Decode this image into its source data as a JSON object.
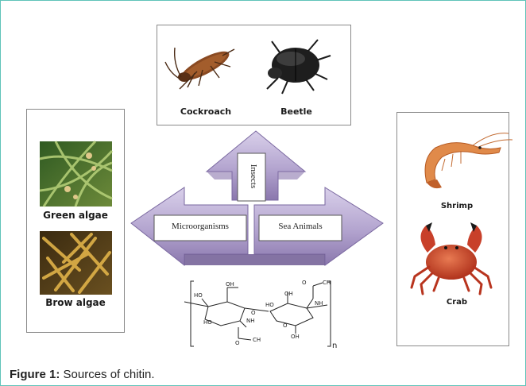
{
  "insects": {
    "item1": "Cockroach",
    "item2": "Beetle"
  },
  "algae": {
    "item1": "Green algae",
    "item2": "Brow algae"
  },
  "sea": {
    "item1": "Shrimp",
    "item2": "Crab"
  },
  "arrows": {
    "up": "Insects",
    "left": "Microorganisms",
    "right": "Sea Animals"
  },
  "structure": {
    "subscript": "n"
  },
  "caption": {
    "prefix": "Figure 1:",
    "text": " Sources of chitin."
  },
  "colors": {
    "frame": "#5fc3b9",
    "arrow_light": "#c9bedd",
    "arrow_dark": "#6e5a93"
  }
}
